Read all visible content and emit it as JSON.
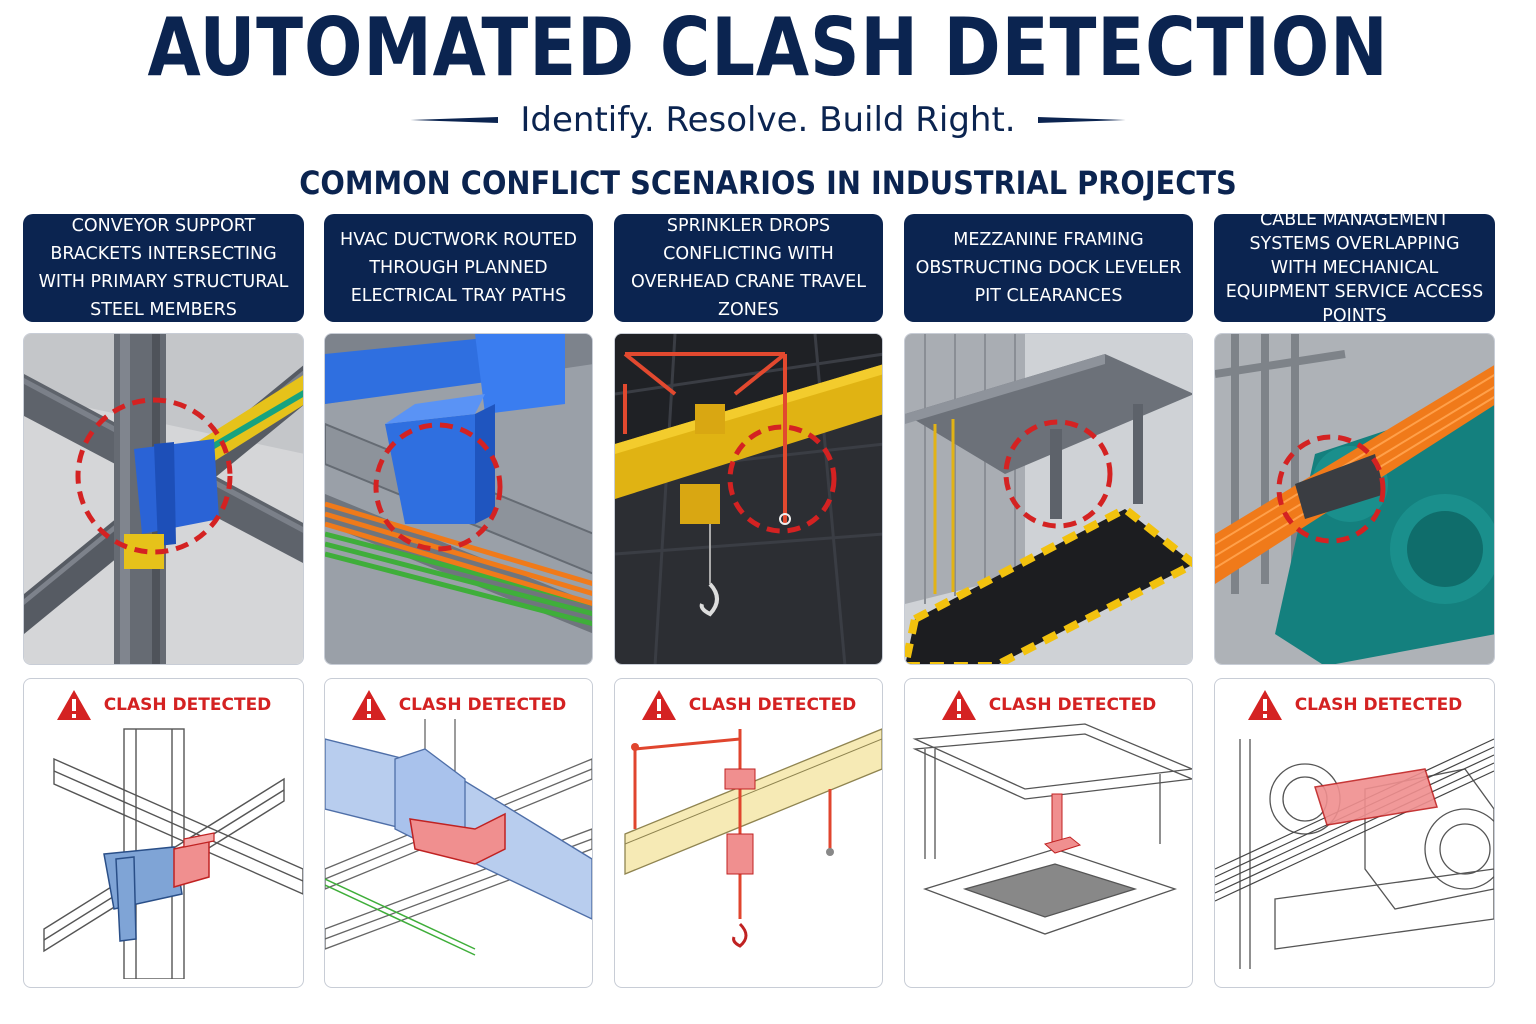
{
  "header": {
    "title": "AUTOMATED CLASH DETECTION",
    "tagline": "Identify. Resolve. Build Right.",
    "subtitle": "COMMON CONFLICT SCENARIOS IN INDUSTRIAL PROJECTS"
  },
  "scenarios": [
    {
      "title": "CONVEYOR SUPPORT BRACKETS INTERSECTING WITH PRIMARY STRUCTURAL STEEL MEMBERS",
      "status": "CLASH DETECTED"
    },
    {
      "title": "HVAC DUCTWORK ROUTED THROUGH PLANNED ELECTRICAL TRAY PATHS",
      "status": "CLASH DETECTED"
    },
    {
      "title": "SPRINKLER DROPS CONFLICTING WITH OVERHEAD CRANE TRAVEL ZONES",
      "status": "CLASH DETECTED"
    },
    {
      "title": "MEZZANINE FRAMING OBSTRUCTING DOCK LEVELER PIT CLEARANCES",
      "status": "CLASH DETECTED"
    },
    {
      "title": "CABLE MANAGEMENT SYSTEMS OVERLAPPING WITH MECHANICAL EQUIPMENT SERVICE ACCESS POINTS",
      "status": "CLASH DETECTED"
    }
  ],
  "icons": {
    "warning": "warning-triangle-icon",
    "clash_marker": "dashed-circle-marker"
  },
  "colors": {
    "navy": "#0b2450",
    "clash_red": "#d42222",
    "steel_gray": "#6b7078",
    "safety_yellow": "#f1c40f",
    "duct_blue": "#2f6fe0",
    "cable_orange": "#f07a1a",
    "cable_green": "#3fae3a",
    "equipment_teal": "#14807e"
  }
}
